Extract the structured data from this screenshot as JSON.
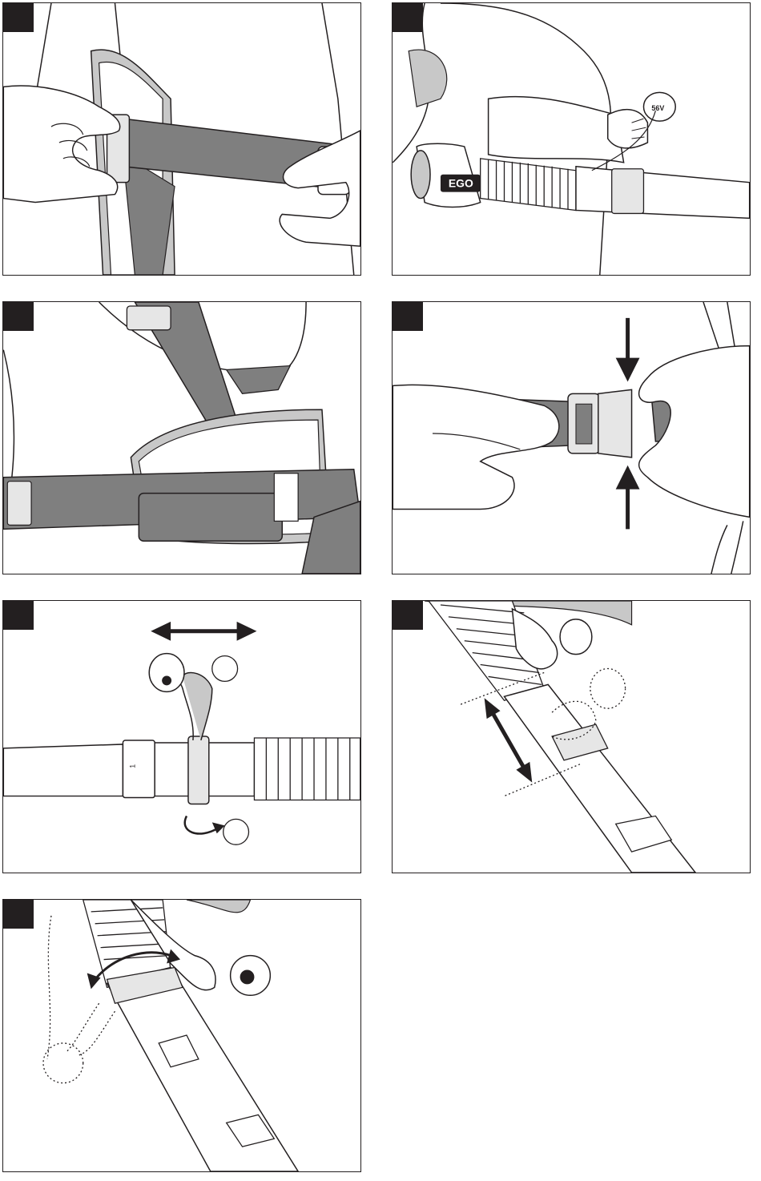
{
  "document": {
    "panels": [
      {
        "id": "step-1",
        "caption": ""
      },
      {
        "id": "step-2",
        "caption": ""
      },
      {
        "id": "step-3",
        "caption": ""
      },
      {
        "id": "step-4",
        "caption": ""
      },
      {
        "id": "step-5",
        "caption": ""
      },
      {
        "id": "step-6",
        "caption": ""
      },
      {
        "id": "step-7",
        "caption": ""
      }
    ],
    "logo_text": "EGO",
    "voltage_badge": "56V",
    "colors": {
      "ink": "#231f20",
      "strap": "#7f7f7f",
      "pad": "#c8c8c8",
      "paper": "#ffffff"
    }
  }
}
